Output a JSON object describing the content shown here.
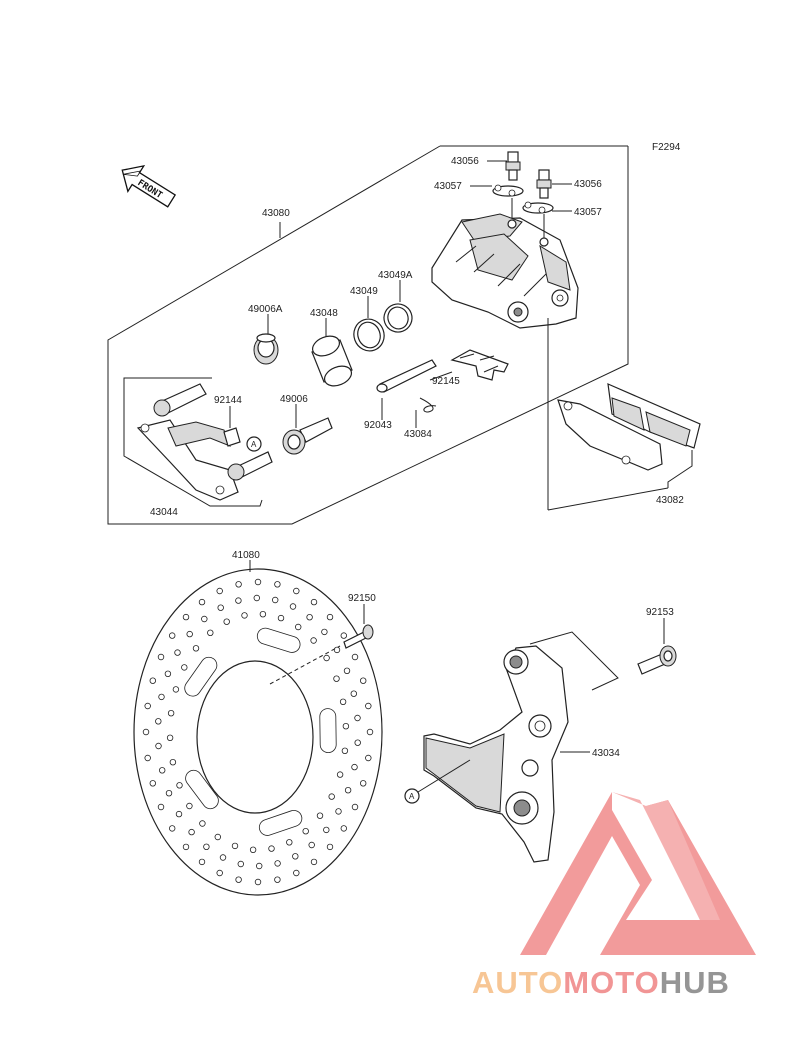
{
  "figure_code": "F2294",
  "direction_arrow": "FRONT",
  "reference_letter": "A",
  "watermark": {
    "brand": "AUTOMOTOHUB",
    "part_1": "AUTO",
    "part_2": "MOTO",
    "part_3": "HUB",
    "color_1": "#f7c08a",
    "color_2": "#f08a8a",
    "color_3": "#8a8a8a"
  },
  "parts": {
    "p43080": "43080",
    "p43056a": "43056",
    "p43056b": "43056",
    "p43057a": "43057",
    "p43057b": "43057",
    "p43049A": "43049A",
    "p43049": "43049",
    "p43048": "43048",
    "p49006A": "49006A",
    "p49006": "49006",
    "p92144": "92144",
    "p92145": "92145",
    "p92043": "92043",
    "p43084": "43084",
    "p43044": "43044",
    "p43082": "43082",
    "p41080": "41080",
    "p92150": "92150",
    "p92153": "92153",
    "p43034": "43034"
  }
}
